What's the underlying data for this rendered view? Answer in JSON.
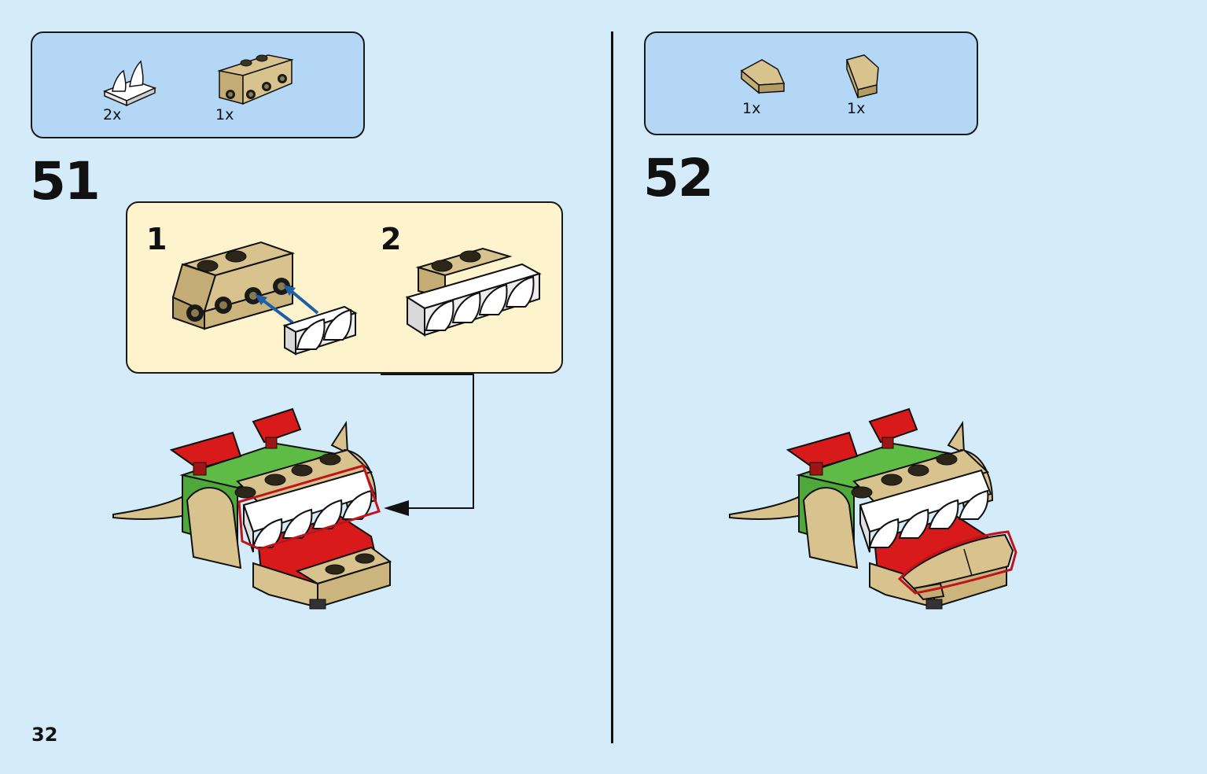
{
  "page": {
    "number": "32"
  },
  "colors": {
    "background": "#d4ebfa",
    "parts_box": "#b3d7f4",
    "sub_box": "#fdf3cd",
    "tan": "#d8c38e",
    "green": "#5dbb46",
    "red": "#d91a1a",
    "white": "#ffffff",
    "arrow_blue": "#1f5fa8",
    "highlight_red": "#c0141a"
  },
  "steps": [
    {
      "number": "51",
      "parts": [
        {
          "icon": "white-tooth-plate-icon",
          "qty": "2x"
        },
        {
          "icon": "tan-bracket-plate-icon",
          "qty": "1x"
        }
      ],
      "substeps": [
        {
          "number": "1"
        },
        {
          "number": "2"
        }
      ]
    },
    {
      "number": "52",
      "parts": [
        {
          "icon": "tan-wedge-left-icon",
          "qty": "1x"
        },
        {
          "icon": "tan-wedge-right-icon",
          "qty": "1x"
        }
      ]
    }
  ]
}
